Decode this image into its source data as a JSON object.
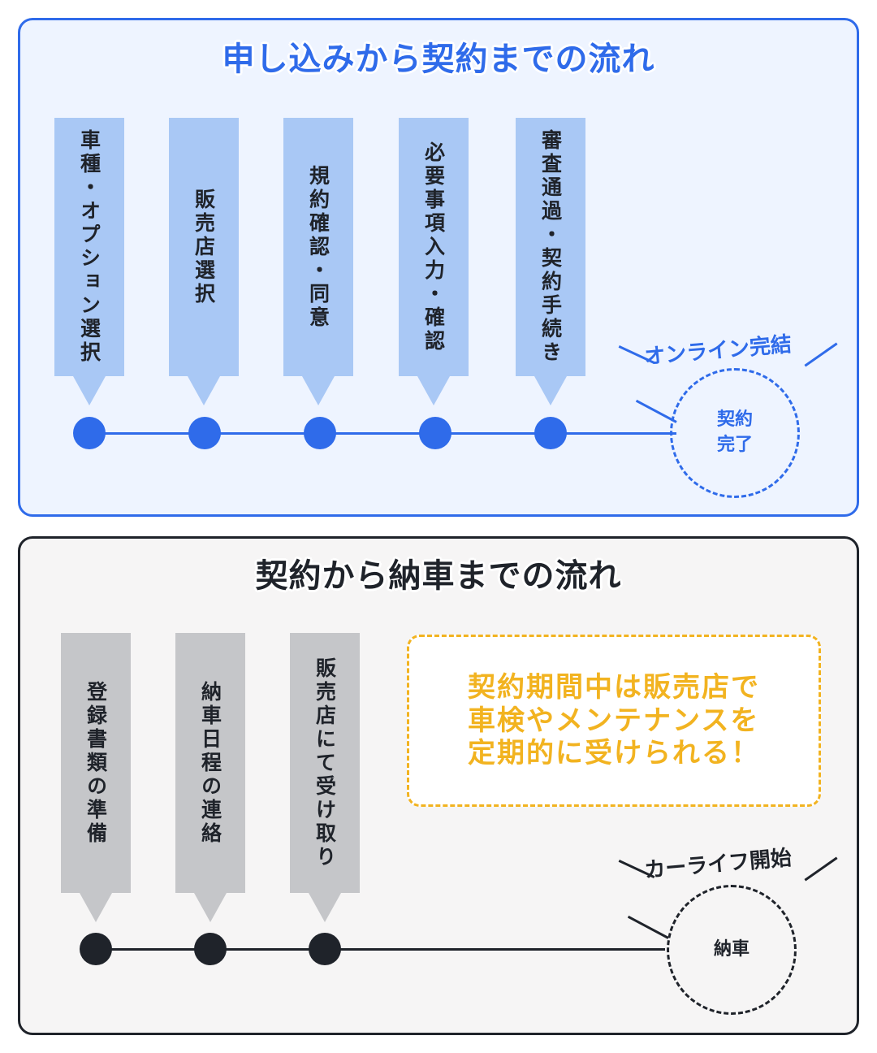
{
  "colors": {
    "blue": "#2f6bea",
    "blue_panel_bg": "#eef4ff",
    "blue_step_bg": "#a9c8f5",
    "dark": "#1f232a",
    "gray_step_bg": "#c5c6c9",
    "note_yellow": "#f2b320"
  },
  "section1": {
    "title": "申し込みから契約までの流れ",
    "steps": [
      {
        "label": "車種・オプション選択"
      },
      {
        "label": "販売店選択"
      },
      {
        "label": "規約確認・同意"
      },
      {
        "label": "必要事項入力・確認"
      },
      {
        "label": "審査通過・契約手続き"
      }
    ],
    "goal_label": "オンライン完結",
    "goal_line1": "契約",
    "goal_line2": "完了"
  },
  "section2": {
    "title": "契約から納車までの流れ",
    "steps": [
      {
        "label": "登録書類の準備"
      },
      {
        "label": "納車日程の連絡"
      },
      {
        "label": "販売店にて受け取り"
      }
    ],
    "note_line1": "契約期間中は販売店で",
    "note_line2": "車検やメンテナンスを",
    "note_line3": "定期的に受けられる！",
    "goal_label": "カーライフ開始",
    "goal_line1": "納車"
  }
}
